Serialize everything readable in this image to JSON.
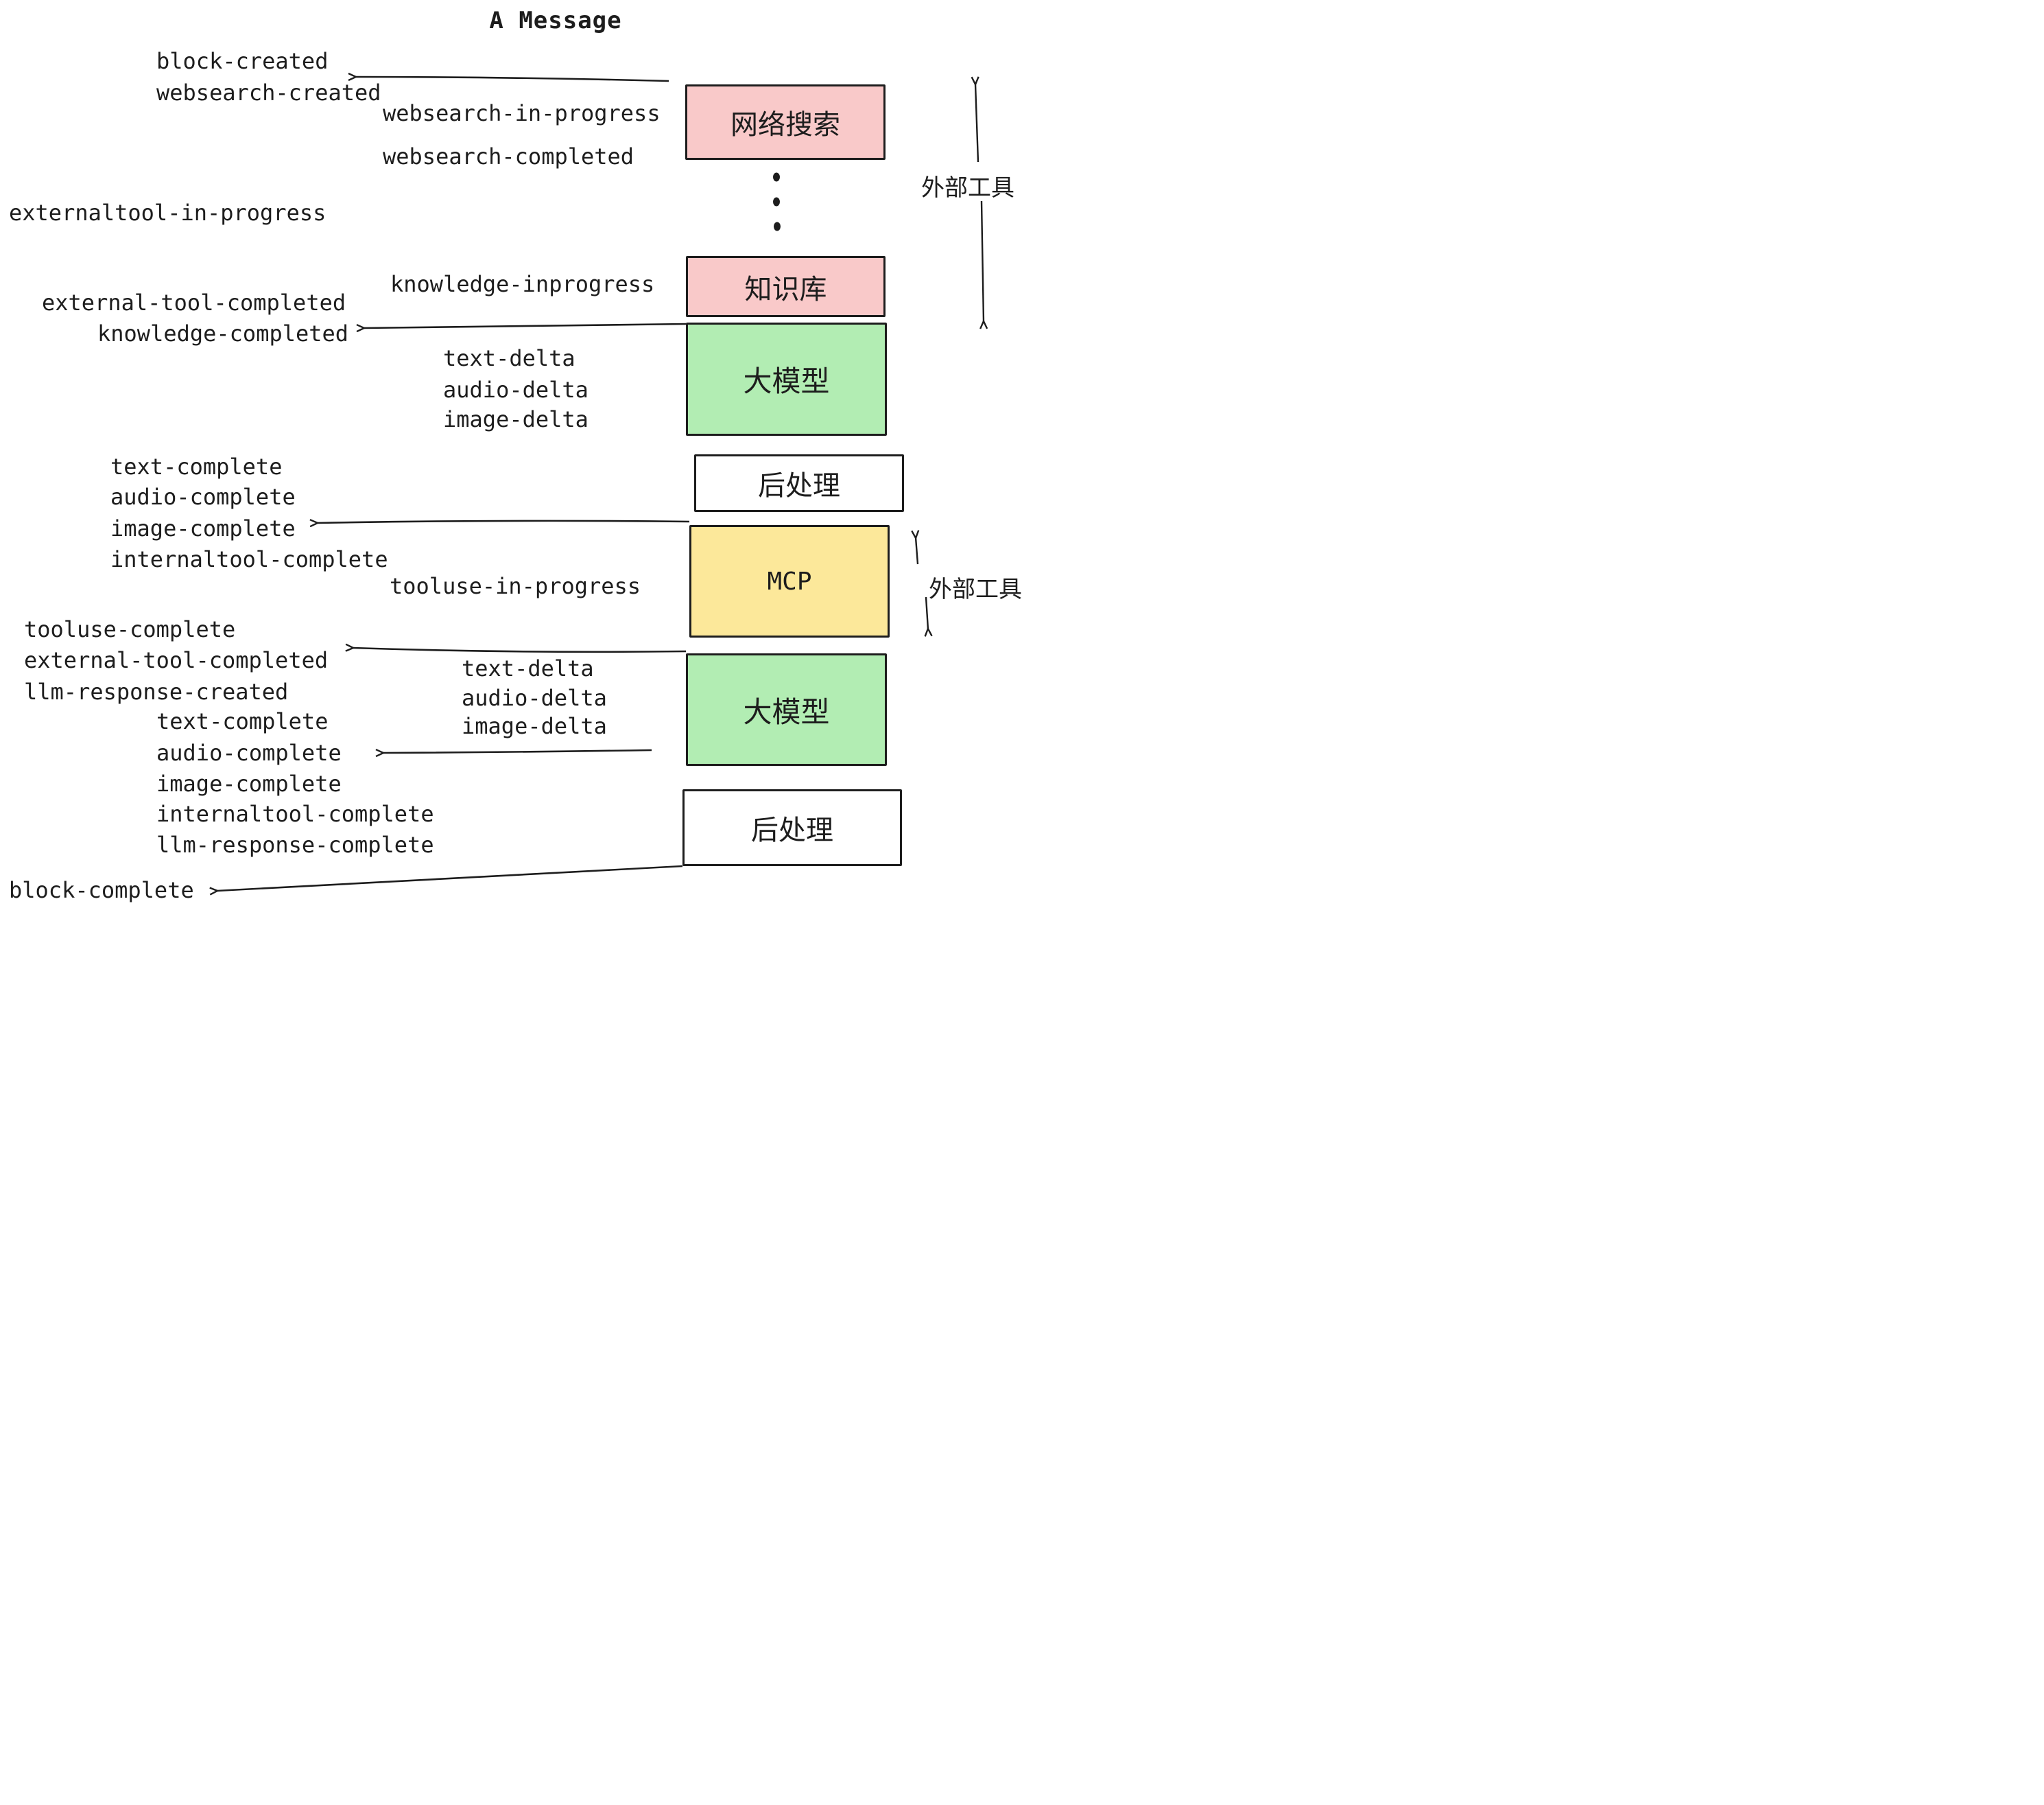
{
  "title": "A Message",
  "colors": {
    "ink": "#1d1d1d",
    "pink": "#F9C9C9",
    "green": "#B2EDB3",
    "yellow": "#FCE89A",
    "white": "#FFFFFF"
  },
  "boxes": {
    "websearch": {
      "label": "网络搜索",
      "color": "#F9C9C9"
    },
    "knowledge": {
      "label": "知识库",
      "color": "#F9C9C9"
    },
    "model1": {
      "label": "大模型",
      "color": "#B2EDB3"
    },
    "post1": {
      "label": "后处理",
      "color": "#FFFFFF"
    },
    "mcp": {
      "label": "MCP",
      "color": "#FCE89A"
    },
    "model2": {
      "label": "大模型",
      "color": "#B2EDB3"
    },
    "post2": {
      "label": "后处理",
      "color": "#FFFFFF"
    }
  },
  "side_labels": {
    "external_tools_top": "外部工具",
    "external_tools_mcp": "外部工具"
  },
  "events": {
    "block_created": "block-created",
    "websearch_created": "websearch-created",
    "websearch_in_progress": "websearch-in-progress",
    "websearch_completed": "websearch-completed",
    "externaltool_in_progress": "externaltool-in-progress",
    "knowledge_inprogress": "knowledge-inprogress",
    "external_tool_completed": "external-tool-completed",
    "knowledge_completed": "knowledge-completed",
    "text_delta": "text-delta",
    "audio_delta": "audio-delta",
    "image_delta": "image-delta",
    "text_complete": "text-complete",
    "audio_complete": "audio-complete",
    "image_complete": "image-complete",
    "internaltool_complete": "internaltool-complete",
    "tooluse_in_progress": "tooluse-in-progress",
    "tooluse_complete": "tooluse-complete",
    "llm_response_created": "llm-response-created",
    "llm_response_complete": "llm-response-complete",
    "block_complete": "block-complete"
  }
}
